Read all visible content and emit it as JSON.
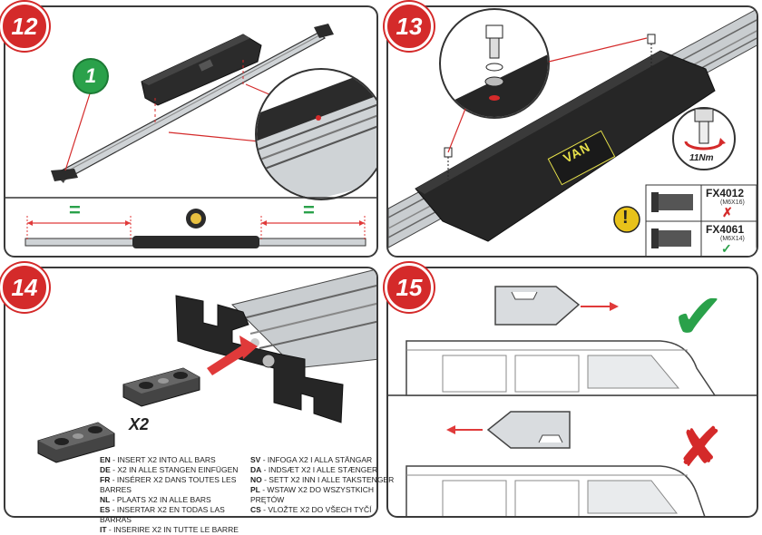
{
  "steps": {
    "s12": "12",
    "s13": "13",
    "s14": "14",
    "s15": "15"
  },
  "step12": {
    "marker": "1",
    "equal_left": "=",
    "equal_right": "="
  },
  "step13": {
    "torque": "11Nm",
    "van_label": "VAN",
    "warning_icon": "warning-icon",
    "bolt_wrong": {
      "code": "FX4012",
      "spec": "(M6X16)",
      "status": "cross-icon"
    },
    "bolt_right": {
      "code": "FX4061",
      "spec": "(M6X14)",
      "status": "check-icon"
    }
  },
  "step14": {
    "quantity": "X2",
    "instructions_left": [
      {
        "lang": "EN",
        "text": " - INSERT X2 INTO ALL BARS"
      },
      {
        "lang": "DE",
        "text": " - X2 IN ALLE STANGEN EINFÜGEN"
      },
      {
        "lang": "FR",
        "text": " - INSÉRER X2 DANS TOUTES LES BARRES"
      },
      {
        "lang": "NL",
        "text": " - PLAATS X2 IN ALLE BARS"
      },
      {
        "lang": "ES",
        "text": " - INSERTAR X2 EN TODAS LAS BARRAS"
      },
      {
        "lang": "IT",
        "text": " - INSERIRE X2 IN TUTTE LE BARRE"
      }
    ],
    "instructions_right": [
      {
        "lang": "SV",
        "text": " - INFOGA X2 I ALLA STÄNGAR"
      },
      {
        "lang": "DA",
        "text": " - INDSÆT X2 I ALLE STÆNGER"
      },
      {
        "lang": "NO",
        "text": " - SETT X2 INN I ALLE TAKSTENGER"
      },
      {
        "lang": "PL",
        "text": " - WSTAW X2 DO WSZYSTKICH PRĘTÓW"
      },
      {
        "lang": "CS",
        "text": " - VLOŽTE X2 DO VŠECH TYČÍ"
      }
    ]
  },
  "step15": {
    "correct_icon": "check-icon",
    "wrong_icon": "cross-icon"
  },
  "colors": {
    "badge": "#d42a2a",
    "check": "#2aa14a",
    "cross": "#d42a2a",
    "arrow": "#e03a3a",
    "dark_part": "#2b2b2b",
    "aluminium": "#c9cdd0"
  }
}
